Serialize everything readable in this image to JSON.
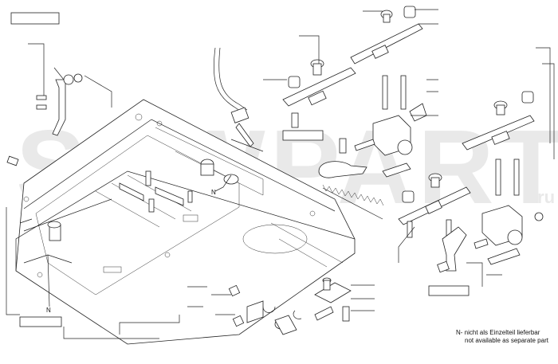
{
  "diagram": {
    "watermark": "SEWPARTS",
    "watermark_suffix": ".ru",
    "marker_label": "N",
    "note_german": "N- nicht als Einzelteil lieferbar",
    "note_english": "not available as separate part"
  }
}
